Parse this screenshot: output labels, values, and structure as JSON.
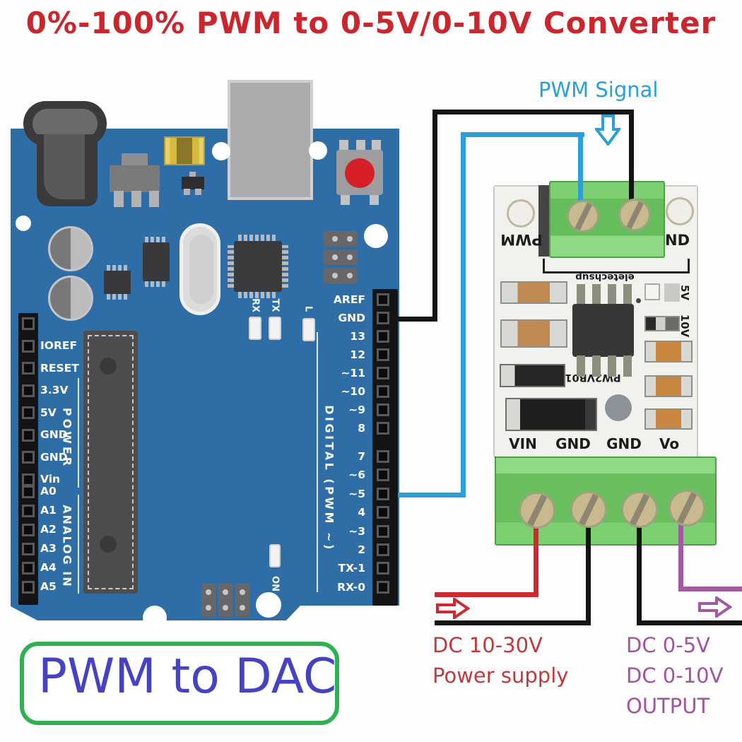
{
  "title": "0%-100% PWM to 0-5V/0-10V Converter",
  "labels": {
    "pwm_signal": "PWM Signal",
    "supply_line1": "DC 10-30V",
    "supply_line2": "Power supply",
    "output_line1": "DC 0-5V",
    "output_line2": "DC 0-10V",
    "output_line3": "OUTPUT",
    "caption": "PWM to DAC"
  },
  "colors": {
    "title_red": "#c9262e",
    "supply_red": "#bf3a3e",
    "output_purple": "#a4549c",
    "signal_blue": "#2b9fd6",
    "wire_black": "#141414",
    "wire_red": "#cc2a30",
    "wire_purple": "#a159a2",
    "board_blue": "#2f6da6",
    "module_green": "#70c565",
    "caption_text": "#4543c4",
    "caption_border": "#2eb150"
  },
  "arduino": {
    "power_pins": [
      "IOREF",
      "RESET",
      "3.3V",
      "5V",
      "GND",
      "GND",
      "Vin"
    ],
    "power_group_label": "POWER",
    "analog_pins": [
      "A0",
      "A1",
      "A2",
      "A3",
      "A4",
      "A5"
    ],
    "analog_group_label": "ANALOG IN",
    "digital_pins_top": [
      "AREF",
      "GND",
      "13",
      "12",
      "~11",
      "~10",
      "~9",
      "8"
    ],
    "digital_pins_bottom": [
      "7",
      "~6",
      "~5",
      "4",
      "~3",
      "2",
      "TX-1",
      "RX-0"
    ],
    "digital_group_label": "DIGITAL (PWM ~)",
    "led_labels": {
      "rx": "RX",
      "tx": "TX",
      "l": "L",
      "on": "ON"
    }
  },
  "module": {
    "top_terminal_left_label": "PWM",
    "top_terminal_right_label": "ND",
    "brand": "eletechsup",
    "chip_marking": "PW2VB01",
    "range_5v_label": "5V",
    "range_10v_label": "10V",
    "bottom_terminal_labels": [
      "VIN",
      "GND",
      "GND",
      "Vo"
    ]
  }
}
